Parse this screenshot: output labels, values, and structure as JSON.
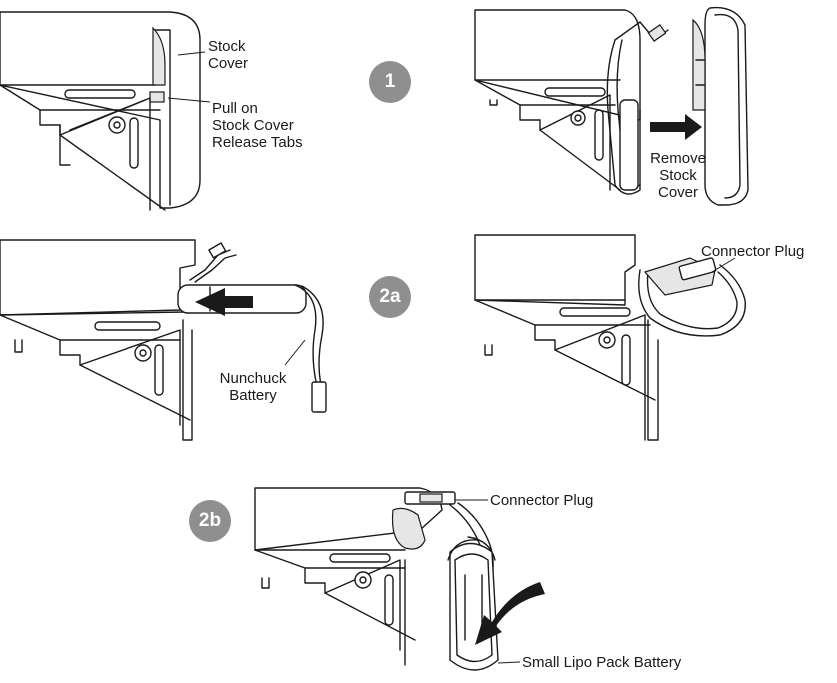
{
  "panels": {
    "step1_left": {
      "label_stock_cover": [
        "Stock",
        "Cover"
      ],
      "label_pull_tabs": [
        "Pull on",
        "Stock Cover",
        "Release Tabs"
      ]
    },
    "step1_right": {
      "label_remove": [
        "Remove",
        "Stock",
        "Cover"
      ]
    },
    "step2a_left": {
      "label_battery": [
        "Nunchuck",
        "Battery"
      ]
    },
    "step2a_right": {
      "label_connector": "Connector Plug"
    },
    "step2b": {
      "label_connector": "Connector Plug",
      "label_battery": "Small Lipo Pack Battery"
    }
  },
  "badges": {
    "step1": "1",
    "step2a": "2a",
    "step2b": "2b"
  },
  "colors": {
    "badge": "#8f8f8f",
    "line": "#1a1a1a",
    "shade": "#e6e6e6"
  }
}
